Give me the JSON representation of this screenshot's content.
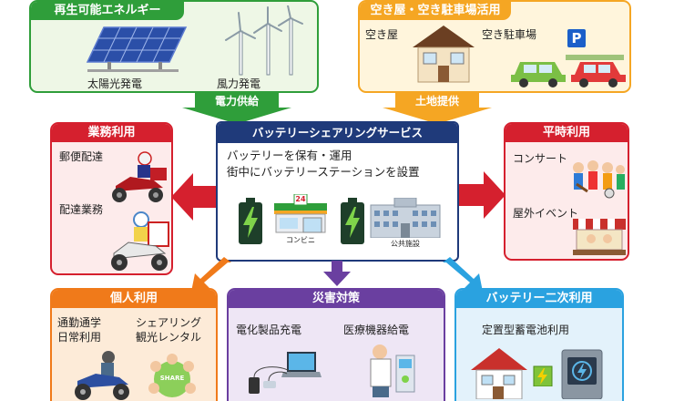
{
  "renewable": {
    "title": "再生可能エネルギー",
    "solar_label": "太陽光発電",
    "wind_label": "風力発電",
    "arrow_label": "電力供給"
  },
  "land": {
    "title": "空き屋・空き駐車場活用",
    "house_label": "空き屋",
    "parking_label": "空き駐車場",
    "parking_sign": "P",
    "arrow_label": "土地提供"
  },
  "center": {
    "title": "バッテリーシェアリングサービス",
    "line1": "バッテリーを保有・運用",
    "line2": "街中にバッテリーステーションを設置",
    "store_label": "コンビニ",
    "store_sign": "24",
    "facility_label": "公共施設"
  },
  "business": {
    "title": "業務利用",
    "item1": "郵便配達",
    "item2": "配達業務"
  },
  "normal": {
    "title": "平時利用",
    "item1": "コンサート",
    "item2": "屋外イベント"
  },
  "personal": {
    "title": "個人利用",
    "item1_line1": "通勤通学",
    "item1_line2": "日常利用",
    "item2_line1": "シェアリング",
    "item2_line2": "観光レンタル",
    "share_sign": "SHARE"
  },
  "disaster": {
    "title": "災害対策",
    "item1": "電化製品充電",
    "item2": "医療機器給電"
  },
  "secondary": {
    "title": "バッテリー二次利用",
    "item1": "定置型蓄電池利用"
  },
  "colors": {
    "green": "#2f9e3a",
    "green_bg": "#eef7e6",
    "orange": "#f5a623",
    "orange_bg": "#fff5dc",
    "red": "#d5202e",
    "red_bg": "#fdebeb",
    "navy": "#1f3a7a",
    "deep_orange": "#f07a1a",
    "deep_orange_bg": "#fdebd8",
    "purple": "#6a3fa0",
    "purple_bg": "#eee6f5",
    "blue": "#2aa2e0",
    "blue_bg": "#e3f2fb"
  }
}
